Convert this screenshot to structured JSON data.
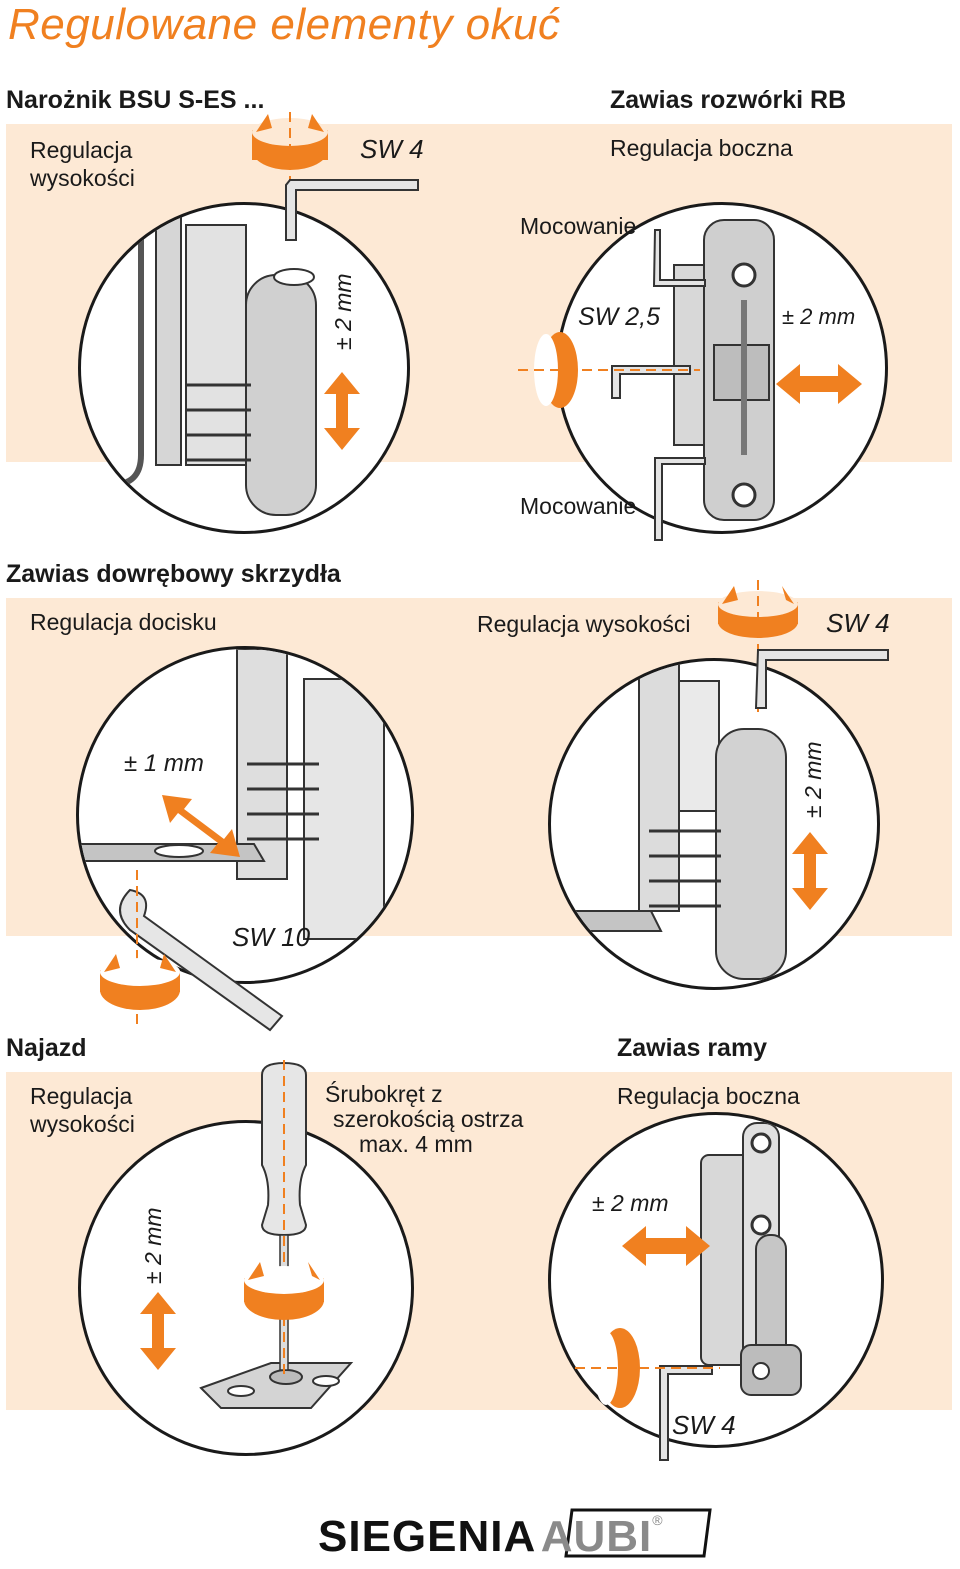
{
  "title": "Regulowane elementy okuć",
  "section1": {
    "left": {
      "header": "Narożnik BSU S-ES ...",
      "adjust": "Regulacja wysokości",
      "sw": "SW 4",
      "range": "± 2 mm"
    },
    "right": {
      "header": "Zawias rozwórki RB",
      "adjust": "Regulacja boczna",
      "mount_top": "Mocowanie",
      "sw": "SW 2,5",
      "range": "± 2 mm",
      "mount_bottom": "Mocowanie"
    }
  },
  "section2": {
    "header": "Zawias dowrębowy skrzydła",
    "left": {
      "adjust": "Regulacja docisku",
      "range": "± 1 mm",
      "sw": "SW 10"
    },
    "right": {
      "adjust": "Regulacja wysokości",
      "sw": "SW 4",
      "range": "± 2 mm"
    }
  },
  "section3": {
    "left": {
      "header": "Najazd",
      "adjust": "Regulacja wysokości",
      "range": "± 2 mm",
      "tool_line1": "Śrubokręt z",
      "tool_line2": "szerokością ostrza",
      "tool_line3": "max. 4 mm"
    },
    "right": {
      "header": "Zawias ramy",
      "adjust": "Regulacja boczna",
      "range": "± 2 mm",
      "sw": "SW 4"
    }
  },
  "logo": {
    "brand": "SIEGENIA",
    "sub": "AUBI",
    "mark": "®"
  },
  "colors": {
    "accent": "#f08020",
    "band": "#fde9d5",
    "line": "#1a1a1a",
    "metal": "#c9c9c9"
  },
  "icons": [
    "rotation-arrows-icon",
    "double-arrow-icon",
    "hex-key-icon",
    "wrench-icon",
    "screwdriver-icon"
  ]
}
